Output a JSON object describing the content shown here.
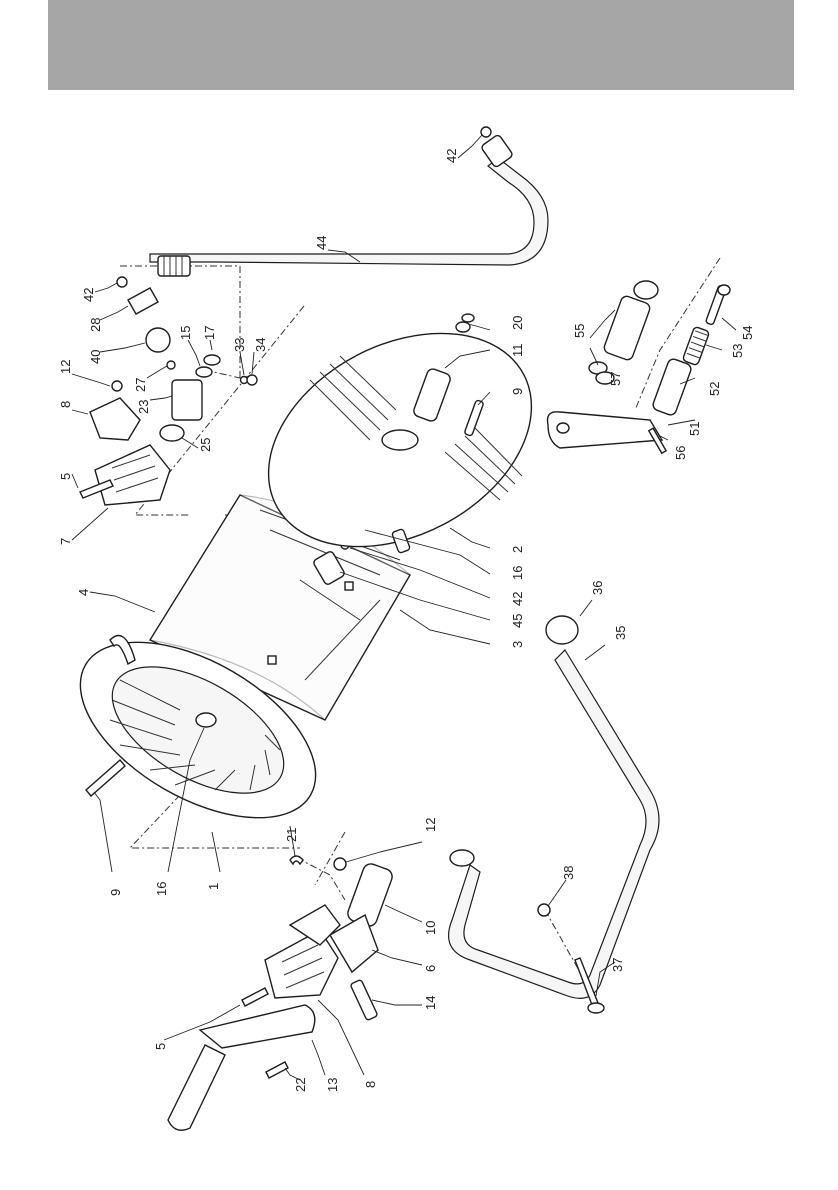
{
  "header": {
    "color": "#a6a6a6"
  },
  "callouts": [
    {
      "id": "c42a",
      "label": "42"
    },
    {
      "id": "c44",
      "label": "44"
    },
    {
      "id": "c42b",
      "label": "42"
    },
    {
      "id": "c28",
      "label": "28"
    },
    {
      "id": "c40",
      "label": "40"
    },
    {
      "id": "c12a",
      "label": "12"
    },
    {
      "id": "c27",
      "label": "27"
    },
    {
      "id": "c15",
      "label": "15"
    },
    {
      "id": "c17",
      "label": "17"
    },
    {
      "id": "c33",
      "label": "33"
    },
    {
      "id": "c34",
      "label": "34"
    },
    {
      "id": "c8a",
      "label": "8"
    },
    {
      "id": "c23",
      "label": "23"
    },
    {
      "id": "c25",
      "label": "25"
    },
    {
      "id": "c5a",
      "label": "5"
    },
    {
      "id": "c7",
      "label": "7"
    },
    {
      "id": "c20",
      "label": "20"
    },
    {
      "id": "c11",
      "label": "11"
    },
    {
      "id": "c9a",
      "label": "9"
    },
    {
      "id": "c2",
      "label": "2"
    },
    {
      "id": "c16a",
      "label": "16"
    },
    {
      "id": "c42c",
      "label": "42"
    },
    {
      "id": "c45",
      "label": "45"
    },
    {
      "id": "c3",
      "label": "3"
    },
    {
      "id": "c4",
      "label": "4"
    },
    {
      "id": "c55",
      "label": "55"
    },
    {
      "id": "c57",
      "label": "57"
    },
    {
      "id": "c52",
      "label": "52"
    },
    {
      "id": "c53",
      "label": "53"
    },
    {
      "id": "c54",
      "label": "54"
    },
    {
      "id": "c51",
      "label": "51"
    },
    {
      "id": "c56",
      "label": "56"
    },
    {
      "id": "c36",
      "label": "36"
    },
    {
      "id": "c35",
      "label": "35"
    },
    {
      "id": "c9b",
      "label": "9"
    },
    {
      "id": "c16b",
      "label": "16"
    },
    {
      "id": "c1",
      "label": "1"
    },
    {
      "id": "c21",
      "label": "21"
    },
    {
      "id": "c12b",
      "label": "12"
    },
    {
      "id": "c10",
      "label": "10"
    },
    {
      "id": "c6",
      "label": "6"
    },
    {
      "id": "c14",
      "label": "14"
    },
    {
      "id": "c38",
      "label": "38"
    },
    {
      "id": "c37",
      "label": "37"
    },
    {
      "id": "c5b",
      "label": "5"
    },
    {
      "id": "c22",
      "label": "22"
    },
    {
      "id": "c13",
      "label": "13"
    },
    {
      "id": "c8b",
      "label": "8"
    }
  ]
}
